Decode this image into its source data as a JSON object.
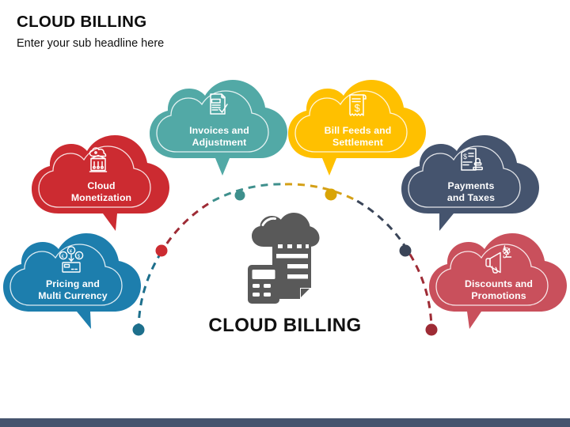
{
  "header": {
    "headline": "CLOUD BILLING",
    "subheadline": "Enter your sub headline here"
  },
  "center": {
    "title": "CLOUD BILLING",
    "icon": "cloud-invoice-calculator-icon",
    "color": "#595959"
  },
  "bubbles": [
    {
      "id": "cloud-monetization",
      "label": "Cloud\nMonetization",
      "color": "#CC2B31",
      "icon": "bank-monetization-icon"
    },
    {
      "id": "invoices",
      "label": "Invoices and\nAdjustment",
      "color": "#52A9A6",
      "icon": "invoice-check-icon"
    },
    {
      "id": "bill-feeds",
      "label": "Bill Feeds and\nSettlement",
      "color": "#FFC000",
      "icon": "receipt-dollar-icon"
    },
    {
      "id": "payments",
      "label": "Payments\nand Taxes",
      "color": "#45546E",
      "icon": "document-stamp-icon"
    },
    {
      "id": "pricing",
      "label": "Pricing and\nMulti Currency",
      "color": "#1D7EAD",
      "icon": "multi-currency-icon"
    },
    {
      "id": "discounts",
      "label": "Discounts and\nPromotions",
      "color": "#C9505C",
      "icon": "megaphone-percent-icon"
    }
  ],
  "arc": {
    "segments": [
      {
        "id": "segment-pricing",
        "color": "#1D7EAD"
      },
      {
        "id": "segment-monetization",
        "color": "#9E2B35"
      },
      {
        "id": "segment-invoices",
        "color": "#3E8F8C"
      },
      {
        "id": "segment-billfeeds",
        "color": "#D4A017"
      },
      {
        "id": "segment-payments",
        "color": "#3A4558"
      },
      {
        "id": "segment-discounts",
        "color": "#9E3540"
      }
    ],
    "nodes": [
      {
        "id": "node-pricing",
        "color": "#1D6F8C"
      },
      {
        "id": "node-monetization",
        "color": "#CC2B31"
      },
      {
        "id": "node-invoices",
        "color": "#3E8F8C"
      },
      {
        "id": "node-billfeeds",
        "color": "#D9A404"
      },
      {
        "id": "node-payments",
        "color": "#3A4558"
      },
      {
        "id": "node-discounts",
        "color": "#9E2B35"
      }
    ]
  },
  "footer": {
    "color": "#45546E"
  }
}
